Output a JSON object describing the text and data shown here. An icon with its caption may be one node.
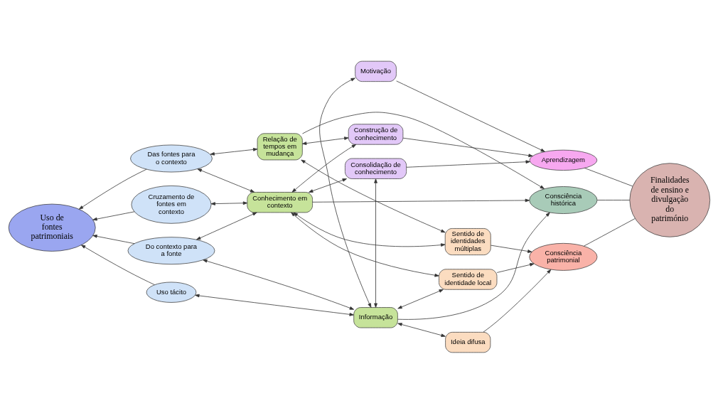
{
  "diagram": {
    "nodes": [
      {
        "text": [
          "Construção de conhecimento"
        ]
      },
      {
        "text": [
          "Relação de tempos em mudança"
        ]
      },
      {
        "text": [
          "Das fontes para o contexto"
        ]
      },
      {
        "text": [
          "Consolidação de conhecimento"
        ]
      },
      {
        "text": [
          "Aprendizagem"
        ]
      },
      {
        "text": [
          "Motivação"
        ]
      },
      {
        "text": [
          "Cruzamento de fontes em contexto"
        ]
      },
      {
        "text": [
          "Conhecimento em contexto"
        ]
      },
      {
        "text": [
          "Finalidades de ensino e divulgação do património"
        ]
      },
      {
        "text": [
          "Consciência histórica"
        ]
      },
      {
        "text": [
          "Uso de fontes patrimoniais"
        ]
      },
      {
        "text": [
          "Do contexto para a fonte"
        ]
      },
      {
        "text": [
          "Informação"
        ]
      },
      {
        "text": [
          "Uso tácito"
        ]
      },
      {
        "text": [
          "Sentido de identidades múltiplas"
        ]
      },
      {
        "text": [
          "Consciência patrimonial"
        ]
      },
      {
        "text": [
          "Sentido de identidade local"
        ]
      },
      {
        "text": [
          "Ideia difusa"
        ]
      }
    ],
    "edges": [
      {
        "from": 1,
        "to": 0,
        "arrow": "both"
      },
      {
        "from": 2,
        "to": 1,
        "arrow": "both"
      },
      {
        "from": 0,
        "to": 4,
        "arrow": "to"
      },
      {
        "from": 0,
        "to": 7,
        "arrow": "both"
      },
      {
        "from": 3,
        "to": 4,
        "arrow": "to"
      },
      {
        "from": 3,
        "to": 7,
        "arrow": "both"
      },
      {
        "from": 3,
        "to": 12,
        "arrow": "both"
      },
      {
        "from": 5,
        "to": 4,
        "arrow": "to"
      },
      {
        "from": 5,
        "to": 12,
        "arrow": "both"
      },
      {
        "from": 1,
        "to": 9,
        "arrow": "to"
      },
      {
        "from": 1,
        "to": 14,
        "arrow": "both"
      },
      {
        "from": 2,
        "to": 7,
        "arrow": "both"
      },
      {
        "from": 2,
        "to": 10,
        "arrow": "to"
      },
      {
        "from": 6,
        "to": 7,
        "arrow": "both"
      },
      {
        "from": 6,
        "to": 10,
        "arrow": "to"
      },
      {
        "from": 7,
        "to": 9,
        "arrow": "to"
      },
      {
        "from": 7,
        "to": 11,
        "arrow": "both"
      },
      {
        "from": 7,
        "to": 14,
        "arrow": "both"
      },
      {
        "from": 7,
        "to": 16,
        "arrow": "both"
      },
      {
        "from": 11,
        "to": 12,
        "arrow": "both"
      },
      {
        "from": 11,
        "to": 10,
        "arrow": "to"
      },
      {
        "from": 13,
        "to": 12,
        "arrow": "both"
      },
      {
        "from": 13,
        "to": 10,
        "arrow": "to"
      },
      {
        "from": 12,
        "to": 9,
        "arrow": "to"
      },
      {
        "from": 12,
        "to": 16,
        "arrow": "both"
      },
      {
        "from": 12,
        "to": 17,
        "arrow": "both"
      },
      {
        "from": 14,
        "to": 15,
        "arrow": "to"
      },
      {
        "from": 16,
        "to": 15,
        "arrow": "to"
      },
      {
        "from": 17,
        "to": 15,
        "arrow": "to"
      },
      {
        "from": 4,
        "to": 8,
        "arrow": "none"
      },
      {
        "from": 9,
        "to": 8,
        "arrow": "none"
      },
      {
        "from": 15,
        "to": 8,
        "arrow": "none"
      }
    ]
  }
}
